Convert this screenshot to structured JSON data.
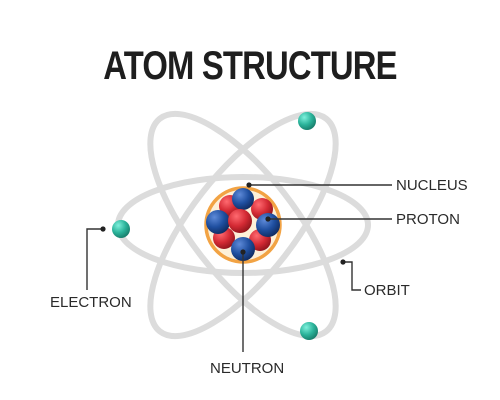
{
  "title": "ATOM STRUCTURE",
  "labels": {
    "nucleus": "NUCLEUS",
    "proton": "PROTON",
    "orbit": "ORBIT",
    "electron": "ELECTRON",
    "neutron": "NEUTRON"
  },
  "colors": {
    "orbit": "#dcdcdc",
    "electron": "#2bb39a",
    "proton": "#d42a34",
    "neutron": "#1f4fa0",
    "nucleus_ring": "#f2a344",
    "leader": "#333333"
  }
}
